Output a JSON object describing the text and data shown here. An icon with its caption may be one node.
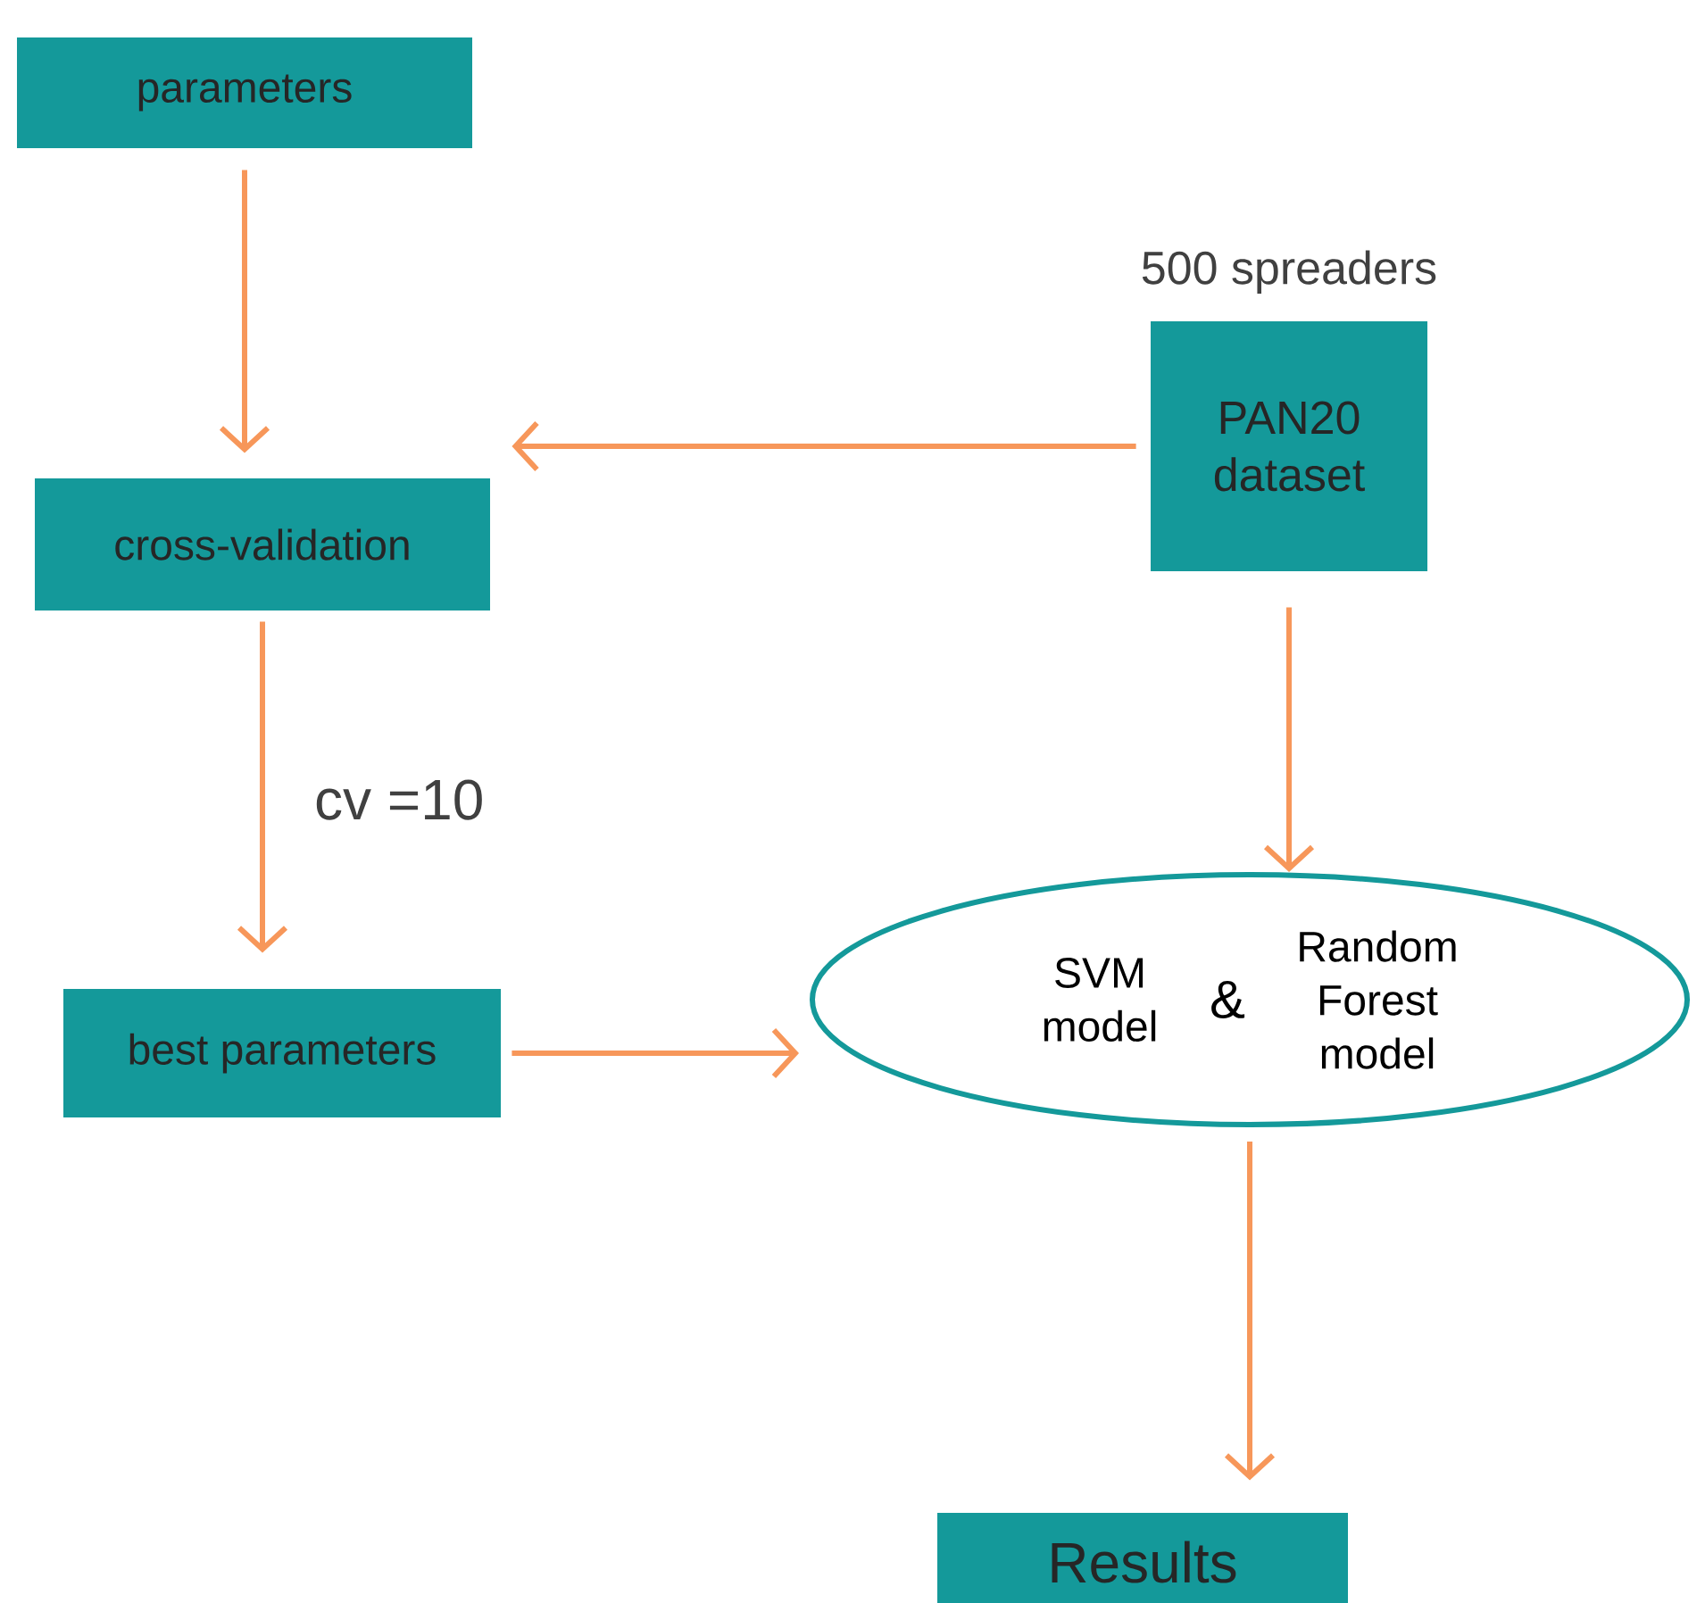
{
  "diagram": {
    "nodes": [
      {
        "text": [
          "parameters"
        ]
      },
      {
        "text": [
          "cross-validation"
        ]
      },
      {
        "text": [
          "best parameters"
        ]
      },
      {
        "text": [
          "PAN20 dataset"
        ],
        "beside": [
          "500 spreaders"
        ]
      },
      {
        "text": [
          "SVM model",
          "&",
          "Random Forest model"
        ]
      },
      {
        "text": [
          "Results"
        ]
      }
    ],
    "edges": [
      {
        "from": 0,
        "to": 1,
        "arrow": "to"
      },
      {
        "from": 3,
        "to": 1,
        "arrow": "to"
      },
      {
        "from": 1,
        "to": 2,
        "arrow": "to",
        "label": "cv =10"
      },
      {
        "from": 3,
        "to": 4,
        "arrow": "to"
      },
      {
        "from": 2,
        "to": 4,
        "arrow": "to"
      },
      {
        "from": 4,
        "to": 5,
        "arrow": "to"
      }
    ]
  }
}
